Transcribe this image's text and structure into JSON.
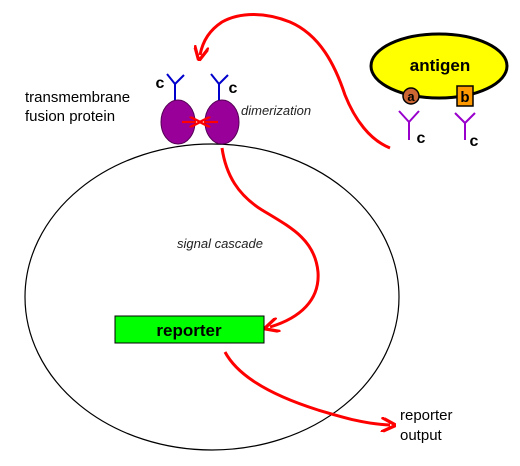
{
  "labels": {
    "transmembrane_line1": "transmembrane",
    "transmembrane_line2": "fusion protein",
    "dimerization": "dimerization",
    "signal_cascade": "signal cascade",
    "reporter_box": "reporter",
    "reporter_output_line1": "reporter",
    "reporter_output_line2": "output",
    "antigen": "antigen",
    "epitope_a": "a",
    "epitope_b": "b",
    "antibody_c_left": "c",
    "antibody_c_right": "c",
    "free_antibody_c_left": "c",
    "free_antibody_c_right": "c"
  },
  "colors": {
    "cell_membrane": "#000000",
    "fusion_protein": "#990099",
    "antibody_blue": "#0000cc",
    "antibody_purple": "#9900cc",
    "antigen_fill": "#ffff00",
    "epitope_a_fill": "#cc6633",
    "epitope_b_fill": "#ff9900",
    "reporter_fill": "#00ff00",
    "arrow_red": "#ff0000"
  }
}
